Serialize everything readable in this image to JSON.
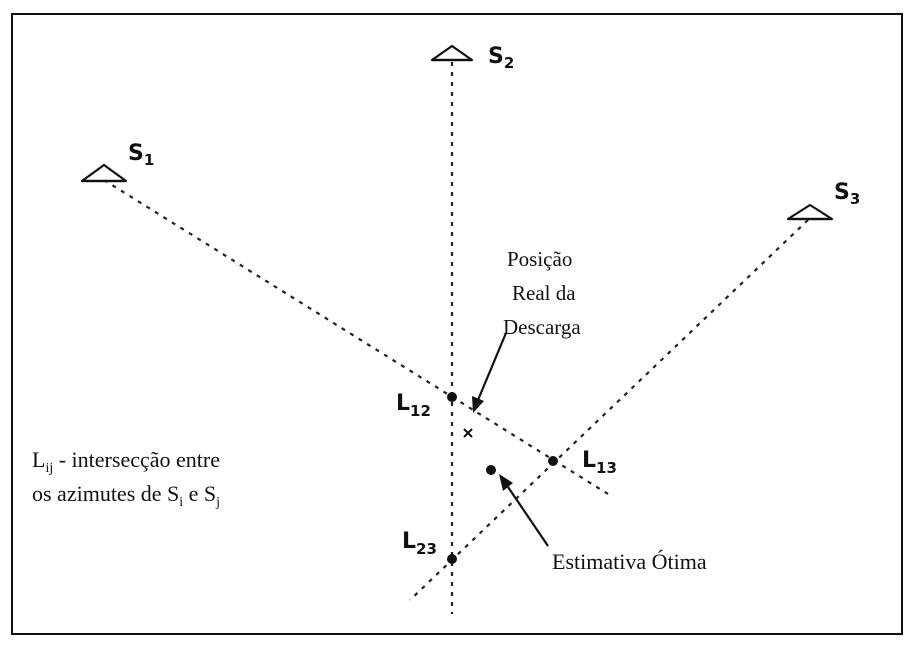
{
  "stations": [
    {
      "id": "S1",
      "letter": "S",
      "sub": "1"
    },
    {
      "id": "S2",
      "letter": "S",
      "sub": "2"
    },
    {
      "id": "S3",
      "letter": "S",
      "sub": "3"
    }
  ],
  "intersections": [
    {
      "id": "L12",
      "letter": "L",
      "sub": "12"
    },
    {
      "id": "L13",
      "letter": "L",
      "sub": "13"
    },
    {
      "id": "L23",
      "letter": "L",
      "sub": "23"
    }
  ],
  "annotations": {
    "real_position": [
      "Posição",
      "Real da",
      "Descarga"
    ],
    "optimal_estimate": "Estimativa Ótima",
    "legend": {
      "line1_prefix": "L",
      "line1_sub": "ij",
      "line1_text": " - intersecção entre",
      "line2_text": "os azimutes de S",
      "line2_sub_i": "i",
      "line2_and": " e S",
      "line2_sub_j": "j"
    }
  },
  "colors": {
    "ink": "#111111",
    "background": "#ffffff"
  }
}
